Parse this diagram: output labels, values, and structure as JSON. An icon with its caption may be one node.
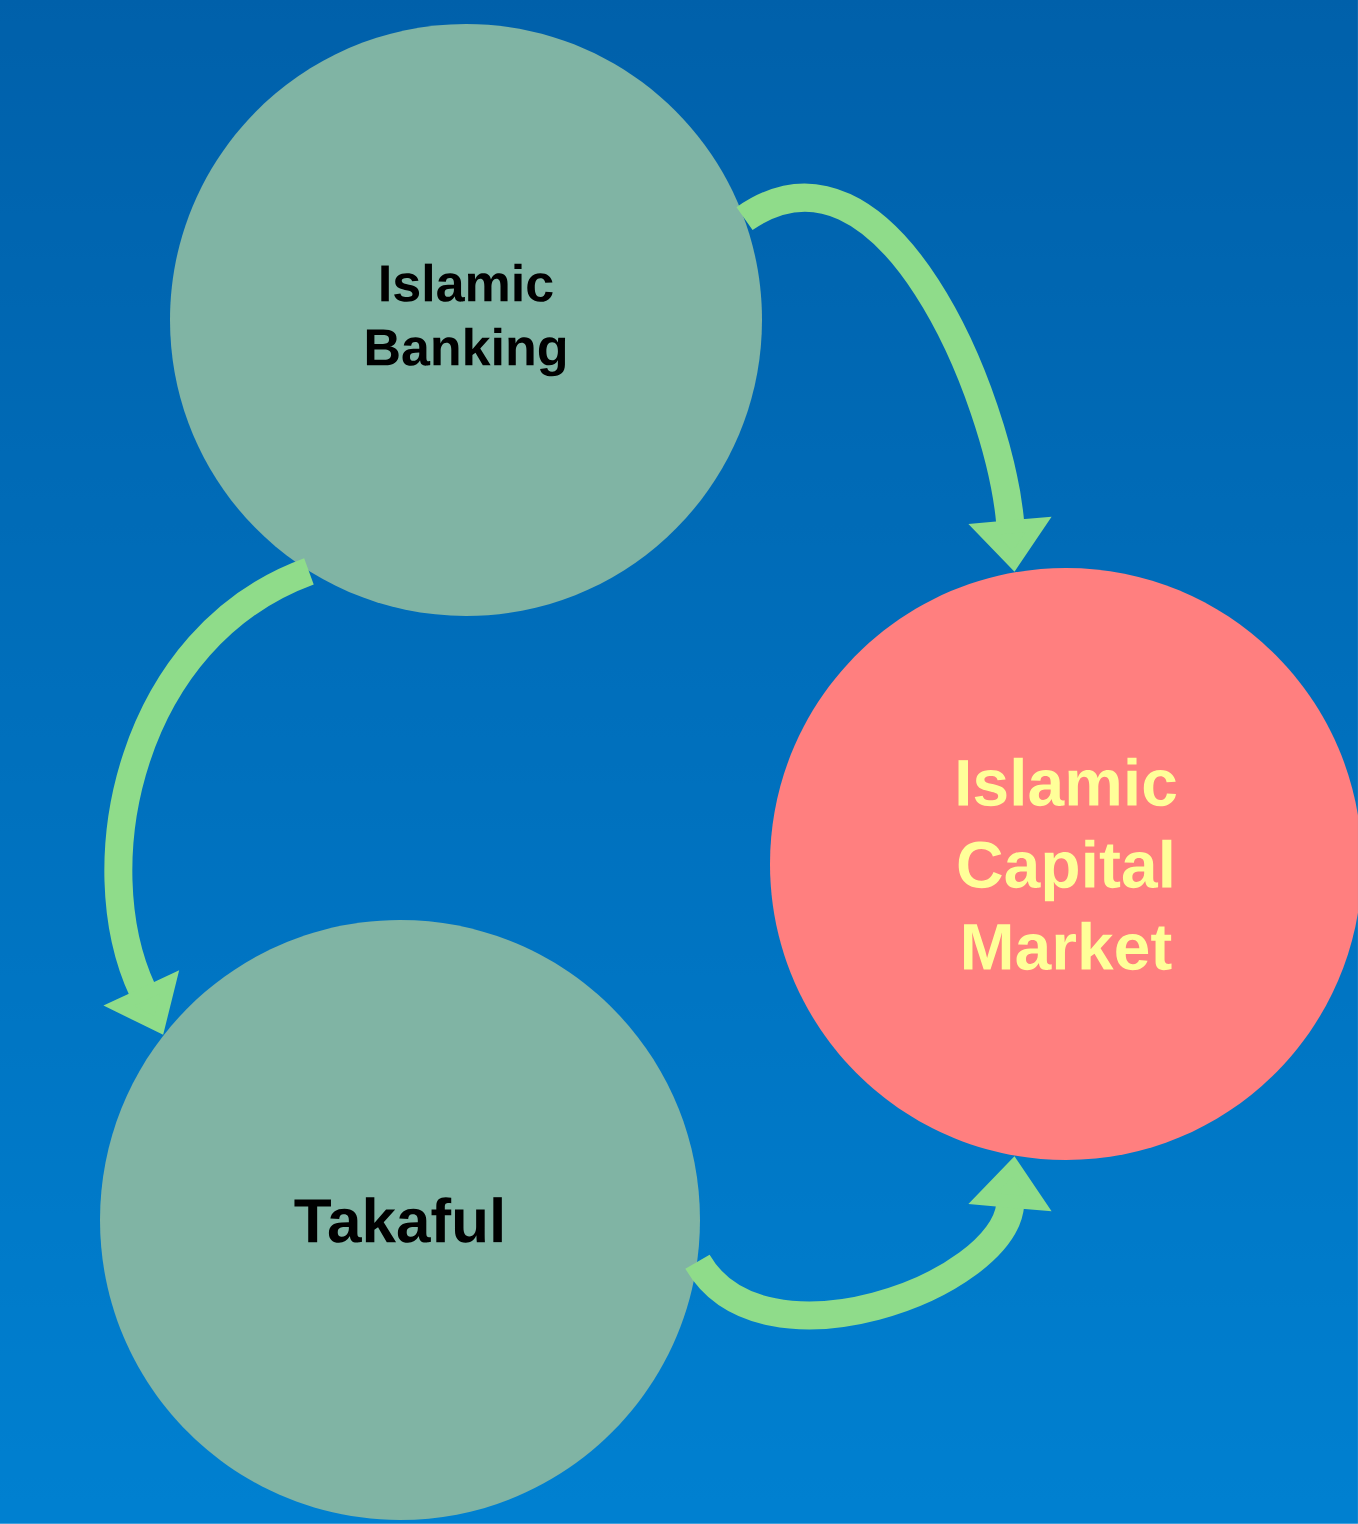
{
  "diagram": {
    "nodes": [
      {
        "text": [
          "Islamic Banking"
        ]
      },
      {
        "text": [
          "Islamic Capital Market"
        ]
      },
      {
        "text": [
          "Takaful"
        ]
      }
    ],
    "edges": [
      {
        "from": 0,
        "to": 1,
        "arrow": "to"
      },
      {
        "from": 0,
        "to": 2,
        "arrow": "to"
      },
      {
        "from": 2,
        "to": 1,
        "arrow": "to"
      }
    ]
  }
}
